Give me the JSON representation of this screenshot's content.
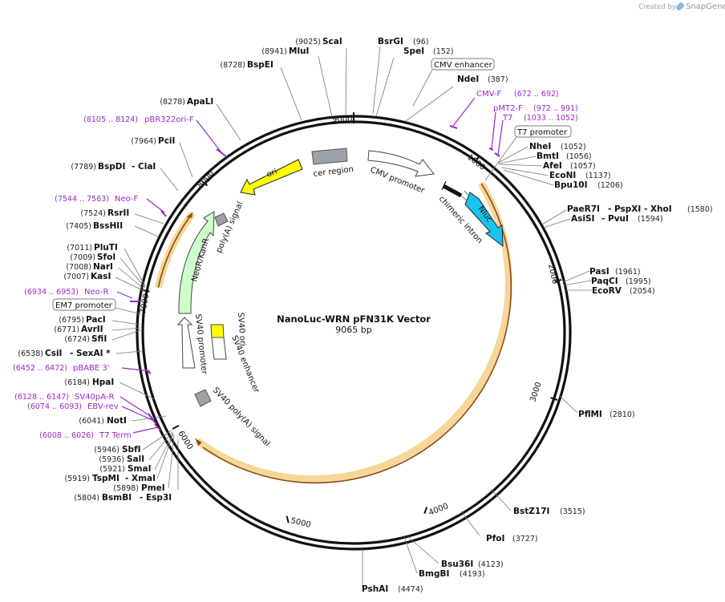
{
  "header": {
    "created_by": "Created by",
    "brand": "SnapGene"
  },
  "plasmid": {
    "name": "NanoLuc-WRN pFN31K Vector",
    "size_label": "9065 bp",
    "length": 9065
  },
  "ticks": [
    "1000",
    "2000",
    "3000",
    "4000",
    "5000",
    "6000",
    "7000",
    "8000",
    "9000"
  ],
  "sites": [
    {
      "name": "ScaI",
      "pos": "(9025)"
    },
    {
      "name": "MluI",
      "pos": "(8941)"
    },
    {
      "name": "BspEI",
      "pos": "(8728)"
    },
    {
      "name": "ApaLI",
      "pos": "(8278)"
    },
    {
      "name": "PciI",
      "pos": "(7964)"
    },
    {
      "name": "BspDI",
      "extra": "- ClaI",
      "pos": "(7789)"
    },
    {
      "name": "RsrII",
      "pos": "(7524)"
    },
    {
      "name": "BssHII",
      "pos": "(7405)"
    },
    {
      "name": "PluTI",
      "pos": "(7011)"
    },
    {
      "name": "SfoI",
      "pos": "(7009)"
    },
    {
      "name": "NarI",
      "pos": "(7008)"
    },
    {
      "name": "KasI",
      "pos": "(7007)"
    },
    {
      "name": "PacI",
      "pos": "(6795)"
    },
    {
      "name": "AvrII",
      "pos": "(6771)"
    },
    {
      "name": "SfiI",
      "pos": "(6724)"
    },
    {
      "name": "CsiI",
      "extra": "- SexAI *",
      "pos": "(6538)"
    },
    {
      "name": "HpaI",
      "pos": "(6184)"
    },
    {
      "name": "NotI",
      "pos": "(6041)"
    },
    {
      "name": "SbfI",
      "pos": "(5946)"
    },
    {
      "name": "SalI",
      "pos": "(5936)"
    },
    {
      "name": "SmaI",
      "pos": "(5921)"
    },
    {
      "name": "TspMI",
      "extra": "- XmaI",
      "pos": "(5919)"
    },
    {
      "name": "PmeI",
      "pos": "(5898)"
    },
    {
      "name": "BsmBI",
      "extra": "- Esp3I",
      "pos": "(5804)"
    },
    {
      "name": "BsrGI",
      "pos": "(96)"
    },
    {
      "name": "SpeI",
      "pos": "(152)"
    },
    {
      "name": "NdeI",
      "pos": "(387)"
    },
    {
      "name": "NheI",
      "pos": "(1052)"
    },
    {
      "name": "BmtI",
      "pos": "(1056)"
    },
    {
      "name": "AfeI",
      "pos": "(1057)"
    },
    {
      "name": "EcoNI",
      "pos": "(1137)"
    },
    {
      "name": "Bpu10I",
      "pos": "(1206)"
    },
    {
      "name": "PaeR7I",
      "extra": "- PspXI   - XhoI",
      "pos": "(1580)"
    },
    {
      "name": "AsiSI",
      "extra": "- PvuI",
      "pos": "(1594)"
    },
    {
      "name": "PasI",
      "pos": "(1961)"
    },
    {
      "name": "PaqCI",
      "pos": "(1995)"
    },
    {
      "name": "EcoRV",
      "pos": "(2054)"
    },
    {
      "name": "PflMI",
      "pos": "(2810)"
    },
    {
      "name": "BstZ17I",
      "pos": "(3515)"
    },
    {
      "name": "PfoI",
      "pos": "(3727)"
    },
    {
      "name": "Bsu36I",
      "pos": "(4123)"
    },
    {
      "name": "BmgBI",
      "pos": "(4193)"
    },
    {
      "name": "PshAI",
      "pos": "(4474)"
    }
  ],
  "primers": [
    {
      "name": "pBR322ori-F",
      "range": "(8105 .. 8124)"
    },
    {
      "name": "Neo-F",
      "range": "(7544 .. 7563)"
    },
    {
      "name": "Neo-R",
      "range": "(6934 .. 6953)"
    },
    {
      "name": "pBABE 3'",
      "range": "(6452 .. 6472)"
    },
    {
      "name": "SV40pA-R",
      "range": "(6128 .. 6147)"
    },
    {
      "name": "EBV-rev",
      "range": "(6074 .. 6093)"
    },
    {
      "name": "T7 Term",
      "range": "(6008 .. 6026)"
    },
    {
      "name": "CMV-F",
      "range": "(672 .. 692)"
    },
    {
      "name": "pMT2-F",
      "range": "(972 .. 991)"
    },
    {
      "name": "T7",
      "range": "(1033 .. 1052)"
    }
  ],
  "boxed_features": [
    "CMV enhancer",
    "T7 promoter",
    "EM7 promoter"
  ],
  "features": {
    "ori": "ori",
    "cer": "cer region",
    "cmv_promoter": "CMV promoter",
    "chimeric_intron": "chimeric intron",
    "nluc": "Nluc",
    "polya": "poly(A) signal",
    "neokan": "NeoR/KanR",
    "sv40_promoter": "SV40 promoter",
    "sv40_ori": "SV40 ori",
    "sv40_enhancer": "SV40 enhancer",
    "sv40_polya": "SV40 poly(A) signal"
  },
  "colors": {
    "ori": "#ffff00",
    "nluc": "#19c3ef",
    "neokan": "#ccffcc",
    "grey_box": "#9ba2aa",
    "primer": "#9b27c9",
    "highlight": "#f5c46c",
    "orf_arrow": "#8b4c17"
  }
}
